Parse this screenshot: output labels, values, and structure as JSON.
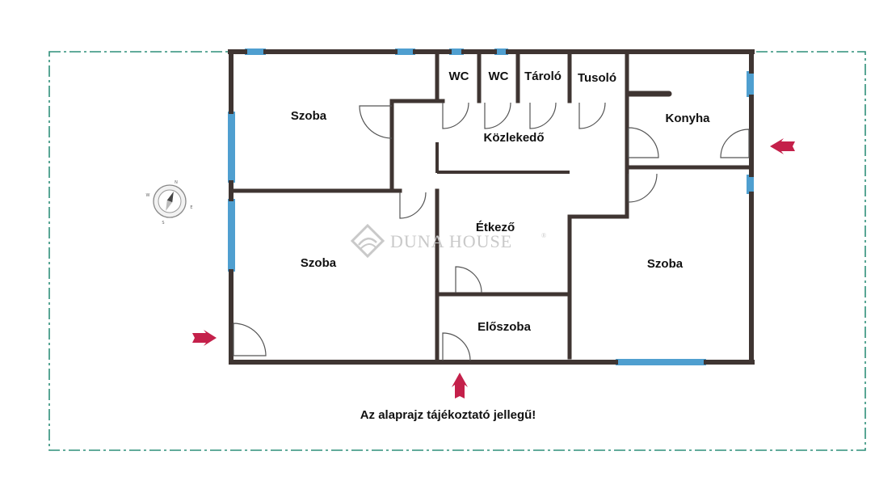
{
  "colors": {
    "wall": "#3f3532",
    "window": "#4f9fd0",
    "door": "#555555",
    "boundary": "#2f8f7a",
    "arrow": "#c4204a",
    "watermark": "#c9c9c9"
  },
  "rooms": [
    {
      "id": "szoba-1",
      "label": "Szoba"
    },
    {
      "id": "szoba-2",
      "label": "Szoba"
    },
    {
      "id": "szoba-3",
      "label": "Szoba"
    },
    {
      "id": "wc-1",
      "label": "WC"
    },
    {
      "id": "wc-2",
      "label": "WC"
    },
    {
      "id": "tarolo",
      "label": "Tároló"
    },
    {
      "id": "tusolo",
      "label": "Tusoló"
    },
    {
      "id": "konyha",
      "label": "Konyha"
    },
    {
      "id": "kozlekedo",
      "label": "Közlekedő"
    },
    {
      "id": "etkezo",
      "label": "Étkező"
    },
    {
      "id": "eloszoba",
      "label": "Előszoba"
    }
  ],
  "watermark": {
    "text": "DUNA HOUSE",
    "mark": "®"
  },
  "compass": {
    "n": "N",
    "e": "E",
    "s": "S",
    "w": "W",
    "icon": "compass-icon"
  },
  "note": "Az alaprajz tájékoztató jellegű!"
}
